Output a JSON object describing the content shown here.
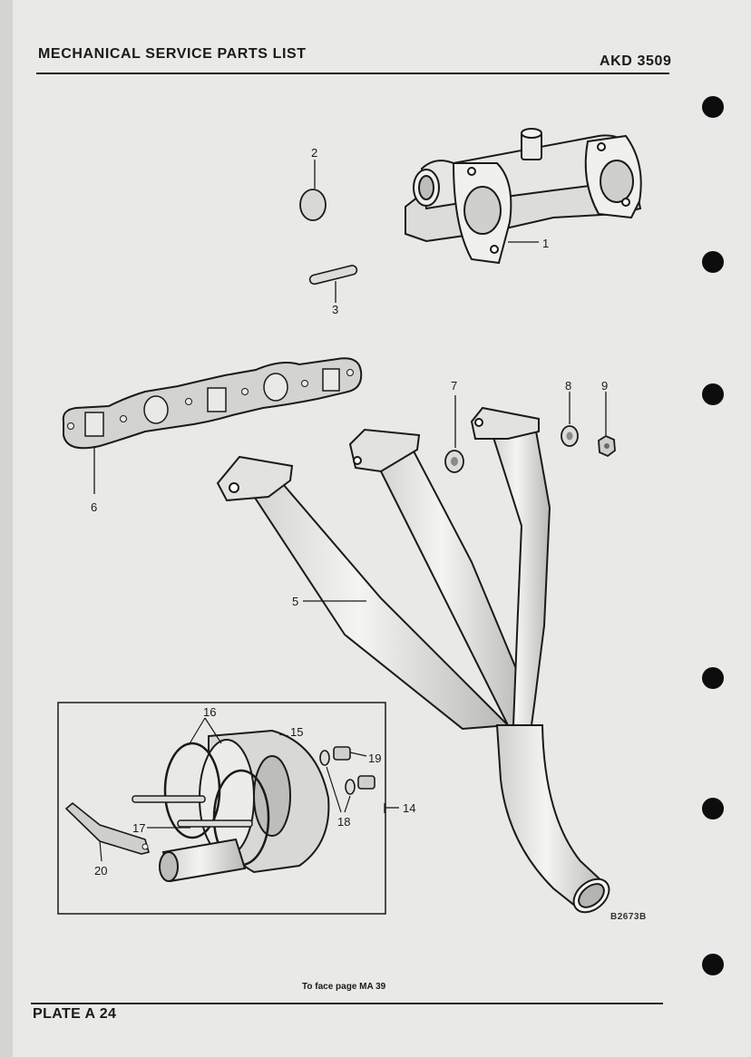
{
  "header": {
    "title": "MECHANICAL SERVICE PARTS LIST",
    "code": "AKD 3509"
  },
  "footer": {
    "note": "To face page MA 39",
    "plate": "PLATE A 24"
  },
  "drawing_ref": "B2673B",
  "callouts": {
    "c1": "1",
    "c2": "2",
    "c3": "3",
    "c5": "5",
    "c6": "6",
    "c7": "7",
    "c8": "8",
    "c9": "9",
    "c14": "14",
    "c15": "15",
    "c16": "16",
    "c17": "17",
    "c18": "18",
    "c19": "19",
    "c20": "20"
  }
}
